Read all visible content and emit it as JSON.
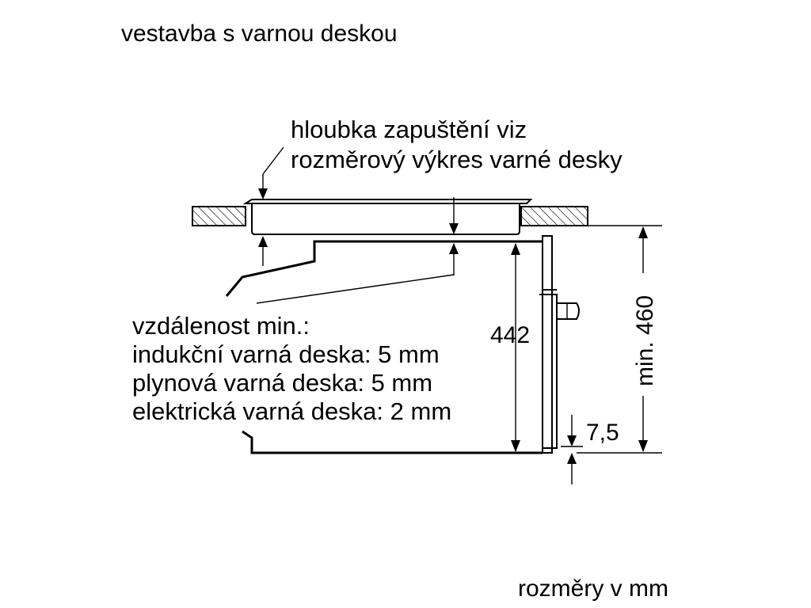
{
  "title": "vestavba s varnou deskou",
  "depth_note": {
    "line1": "hloubka zapuštění viz",
    "line2": "rozměrový výkres varné desky"
  },
  "distance_note": {
    "line1": "vzdálenost min.:",
    "line2": "indukční varná deska: 5 mm",
    "line3": "plynová varná deska: 5 mm",
    "line4": "elektrická varná deska: 2 mm"
  },
  "dimensions": {
    "height_inner": "442",
    "height_niche": "min. 460",
    "offset_bottom": "7,5"
  },
  "footer": "rozměry v mm"
}
